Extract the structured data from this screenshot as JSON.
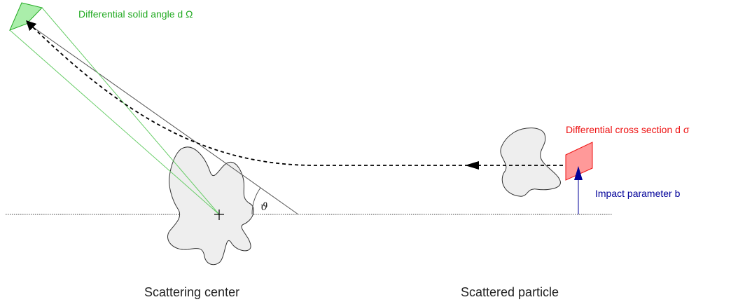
{
  "labels": {
    "solid_angle": "Differential solid angle d Ω",
    "cross_section": "Differential cross section d σ",
    "impact_parameter": "Impact parameter b",
    "scattering_center": "Scattering center",
    "scattered_particle": "Scattered particle",
    "angle": "ϑ"
  },
  "colors": {
    "solid_angle": "#22aa22",
    "solid_angle_fill": "#aaeeaa",
    "cone_lines": "#66cc66",
    "cross_section": "#ee1111",
    "cross_section_fill": "#ff9999",
    "impact_parameter": "#000099",
    "body_fill": "#eeeeee",
    "body_stroke": "#333333",
    "trajectory": "#000000",
    "axis": "#444444",
    "text": "#222222"
  }
}
